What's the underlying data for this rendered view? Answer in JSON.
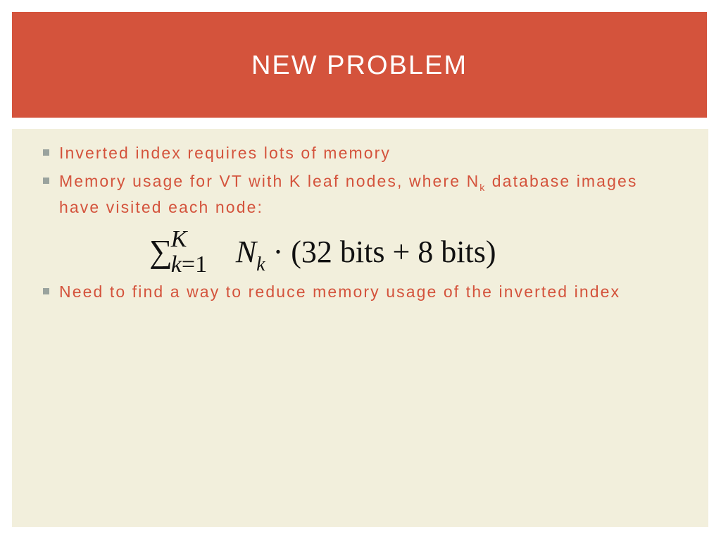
{
  "slide": {
    "title": "NEW PROBLEM",
    "bullets": [
      {
        "text": "Inverted index requires lots of memory"
      },
      {
        "text_before": "Memory usage for VT with K leaf nodes, where N",
        "subscript": "k",
        "text_after": " database images have visited each node:"
      },
      {
        "text": "Need to find a way to reduce memory usage of the inverted index"
      }
    ],
    "formula": {
      "sigma": "∑",
      "upper_limit": "K",
      "lower_limit_var": "k",
      "lower_limit_rest": "=1",
      "var": "N",
      "var_sub": "k",
      "body": " · (32  bits + 8  bits)"
    }
  },
  "colors": {
    "accent": "#d4533c",
    "content_bg": "#f2efdc",
    "bullet_marker": "#9aa39e",
    "title_text": "#ffffff"
  }
}
